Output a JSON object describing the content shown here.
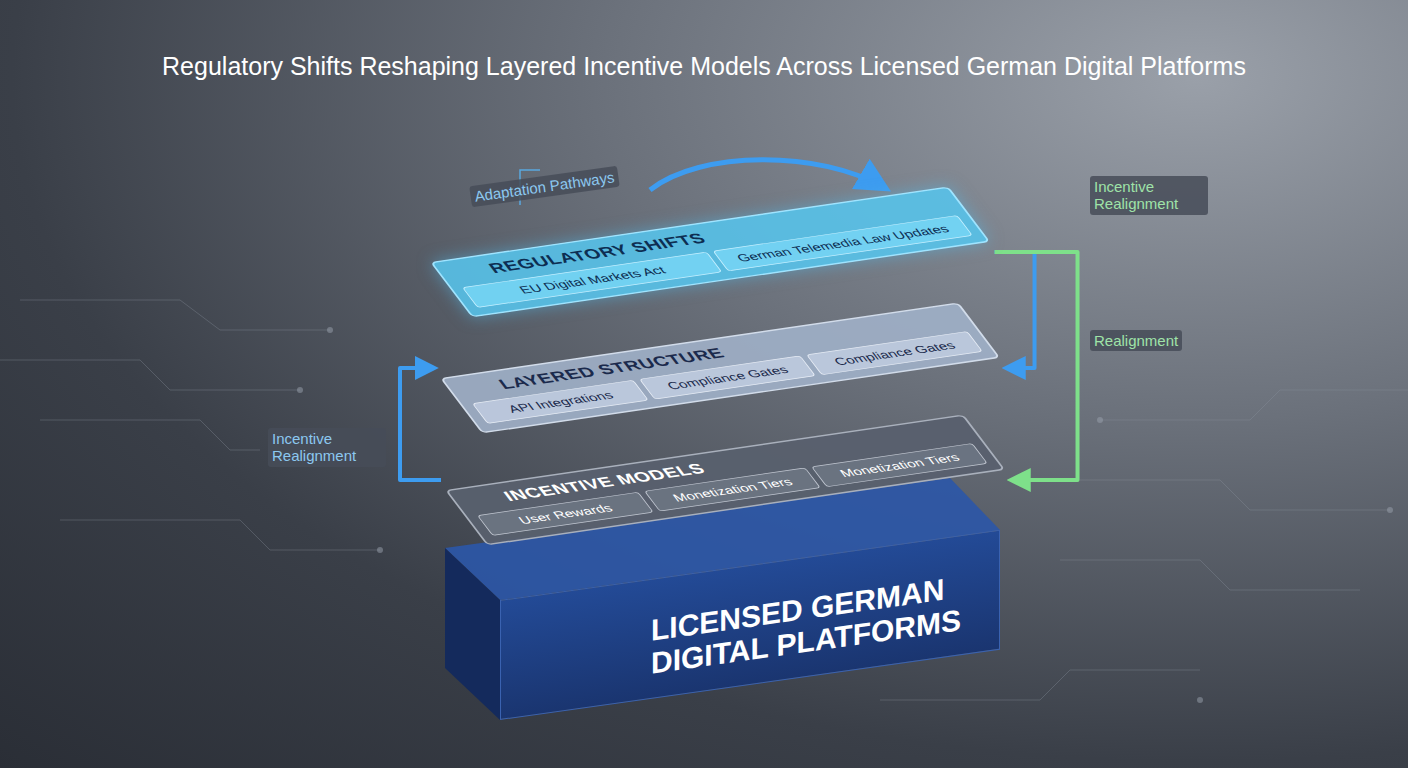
{
  "diagram": {
    "title": "Regulatory Shifts Reshaping Layered Incentive Models Across Licensed German Digital Platforms",
    "nodes": [
      {
        "text": [
          "REGULATORY SHIFTS"
        ]
      },
      {
        "text": [
          "EU Digital Markets Act"
        ],
        "in": 0
      },
      {
        "text": [
          "German Telemedia Law Updates"
        ],
        "in": 0
      },
      {
        "text": [
          "LAYERED STRUCTURE"
        ]
      },
      {
        "text": [
          "API Integrations"
        ],
        "in": 3
      },
      {
        "text": [
          "Compliance Gates"
        ],
        "in": 3
      },
      {
        "text": [
          "Compliance Gates"
        ],
        "in": 3
      },
      {
        "text": [
          "INCENTIVE MODELS"
        ]
      },
      {
        "text": [
          "User Rewards"
        ],
        "in": 7
      },
      {
        "text": [
          "Monetization Tiers"
        ],
        "in": 7
      },
      {
        "text": [
          "Monetization Tiers"
        ],
        "in": 7
      },
      {
        "text": [
          "LICENSED GERMAN DIGITAL PLATFORMS"
        ]
      }
    ],
    "edges": [
      {
        "from": 0,
        "to": 3,
        "arrow": "to"
      },
      {
        "from": 0,
        "to": 7,
        "arrow": "to"
      },
      {
        "from": 7,
        "to": 3,
        "arrow": "to"
      }
    ],
    "labels": [
      "Adaptation Pathways",
      "Incentive Realignment",
      "Realignment",
      "Incentive Realignment"
    ]
  }
}
